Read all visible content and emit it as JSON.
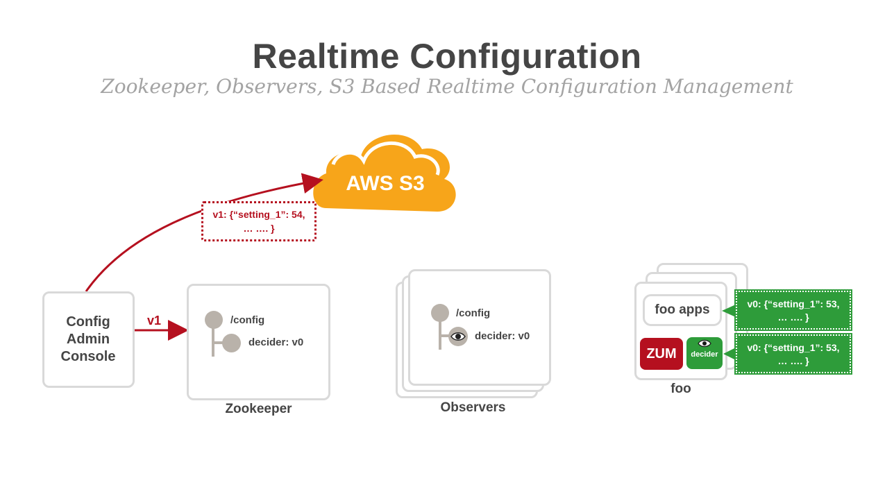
{
  "title": "Realtime Configuration",
  "subtitle": "Zookeeper, Observers, S3 Based Realtime Configuration Management",
  "console": {
    "label_lines": [
      "Config",
      "Admin",
      "Console"
    ]
  },
  "arrow_v1_label": "v1",
  "s3": {
    "label": "AWS S3"
  },
  "s3_note": {
    "line1": "v1: {“setting_1”: 54,",
    "line2": "… …. }"
  },
  "zookeeper": {
    "label": "Zookeeper",
    "node_root": "/config",
    "node_child": "decider: v0"
  },
  "observers": {
    "label": "Observers",
    "node_root": "/config",
    "node_child": "decider: v0"
  },
  "foo": {
    "label": "foo",
    "apps_label": "foo apps",
    "zum_label": "ZUM",
    "decider_label": "decider",
    "note_apps": {
      "line1": "v0: {“setting_1”: 53,",
      "line2": "… …. }"
    },
    "note_decider": {
      "line1": "v0: {“setting_1”: 53,",
      "line2": "… …. }"
    }
  },
  "colors": {
    "red": "#b5101f",
    "green": "#2e9c3a",
    "orange": "#f7a51a",
    "gray_text": "#454545",
    "border": "#d9d9d9",
    "node": "#b9b2aa"
  }
}
